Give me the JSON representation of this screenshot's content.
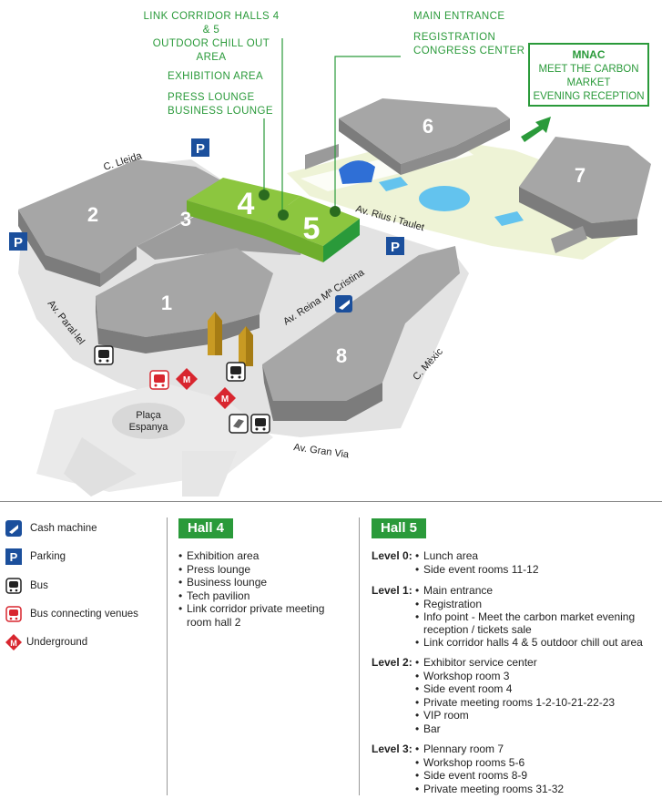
{
  "callouts": {
    "link_corridor": [
      "LINK CORRIDOR HALLS 4 & 5",
      "OUTDOOR CHILL OUT AREA"
    ],
    "main_entrance": "MAIN ENTRANCE",
    "registration": [
      "REGISTRATION",
      "CONGRESS CENTER"
    ],
    "exhibition_area": "EXHIBITION AREA",
    "press_business": [
      "PRESS LOUNGE",
      "BUSINESS LOUNGE"
    ]
  },
  "mnac": {
    "title": "MNAC",
    "lines": [
      "MEET THE CARBON",
      "MARKET",
      "EVENING RECEPTION"
    ]
  },
  "halls": {
    "h1": "1",
    "h2": "2",
    "h3": "3",
    "h4": "4",
    "h5": "5",
    "h6": "6",
    "h7": "7",
    "h8": "8"
  },
  "streets": {
    "lleida": "C. Lleida",
    "rius": "Av. Rius i Taulet",
    "reina": "Av. Reina Mª Cristina",
    "parallel": "Av. Paral·lel",
    "mexic": "C. Mèxic",
    "gran_via": "Av. Gran Via",
    "placa": [
      "Plaça",
      "Espanya"
    ]
  },
  "legend": {
    "cash": "Cash machine",
    "parking": "Parking",
    "bus": "Bus",
    "bus_connecting": "Bus connecting venues",
    "underground": "Underground"
  },
  "hall4": {
    "title": "Hall 4",
    "items": [
      "Exhibition area",
      "Press lounge",
      "Business lounge",
      "Tech pavilion",
      "Link corridor private meeting",
      "room hall 2"
    ]
  },
  "hall5": {
    "title": "Hall 5",
    "levels": [
      {
        "label": "Level 0:",
        "items": [
          "Lunch area",
          "Side event rooms 11-12"
        ]
      },
      {
        "label": "Level 1:",
        "items": [
          "Main entrance",
          "Registration",
          "Info point - Meet the carbon market evening",
          "reception / tickets sale",
          "Link corridor halls 4 & 5 outdoor chill out area"
        ]
      },
      {
        "label": "Level 2:",
        "items": [
          "Exhibitor service center",
          "Workshop room 3",
          "Side event room 4",
          "Private meeting rooms 1-2-10-21-22-23",
          "VIP room",
          "Bar"
        ]
      },
      {
        "label": "Level 3:",
        "items": [
          "Plennary room 7",
          "Workshop rooms 5-6",
          "Side event rooms 8-9",
          "Private meeting rooms 31-32"
        ]
      }
    ]
  },
  "colors": {
    "green": "#2a9a3a",
    "hall_green": "#8cc63f",
    "building_top": "#a6a6a6",
    "building_side": "#7c7c7c",
    "ground": "#dedede",
    "park": "#eef3d6",
    "water": "#63c3ee",
    "blue_icon": "#1b4f9c",
    "red_icon": "#d8262f"
  },
  "icons": {
    "cash": "cash-machine-icon",
    "parking": "parking-icon",
    "bus": "bus-icon",
    "bus_connecting": "bus-connecting-icon",
    "underground": "underground-icon"
  }
}
